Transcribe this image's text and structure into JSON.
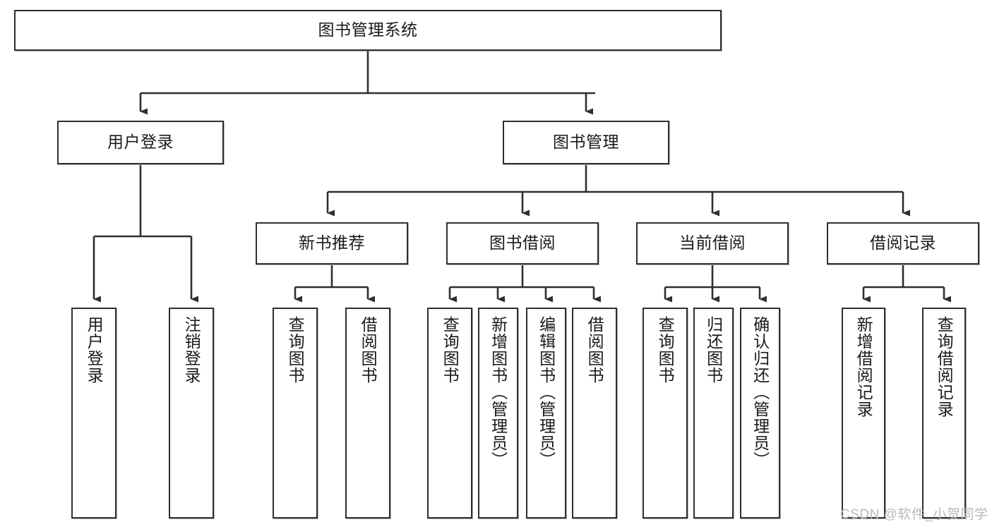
{
  "diagram": {
    "title": "图书管理系统",
    "type": "hierarchy-tree",
    "colors": {
      "background": "#ffffff",
      "box_border": "#2f2f2f",
      "box_fill": "#ffffff",
      "edge": "#2f2f2f",
      "watermark": "#b9b9b9"
    },
    "levels": {
      "root": {
        "label": "图书管理系统"
      },
      "level2": [
        {
          "label": "用户登录"
        },
        {
          "label": "图书管理"
        }
      ],
      "level3": [
        {
          "label": "新书推荐"
        },
        {
          "label": "图书借阅"
        },
        {
          "label": "当前借阅"
        },
        {
          "label": "借阅记录"
        }
      ],
      "leaves": {
        "user_login": [
          {
            "label": "用户登录"
          },
          {
            "label": "注销登录"
          }
        ],
        "new_book_recommend": [
          {
            "label": "查询图书"
          },
          {
            "label": "借阅图书"
          }
        ],
        "book_borrow": [
          {
            "label": "查询图书"
          },
          {
            "label": "新增图书（管理员）"
          },
          {
            "label": "编辑图书（管理员）"
          },
          {
            "label": "借阅图书"
          }
        ],
        "current_borrow": [
          {
            "label": "查询图书"
          },
          {
            "label": "归还图书"
          },
          {
            "label": "确认归还（管理员）"
          }
        ],
        "borrow_records": [
          {
            "label": "新增借阅记录"
          },
          {
            "label": "查询借阅记录"
          }
        ]
      }
    }
  },
  "watermark": {
    "text": "CSDN @软件_小贺同学"
  }
}
